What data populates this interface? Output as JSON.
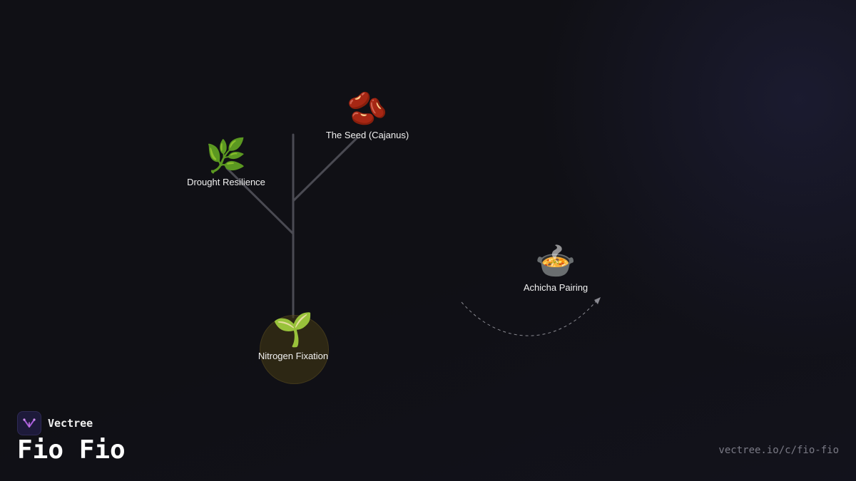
{
  "nodes": {
    "seed": {
      "icon": "beans-icon",
      "glyph": "🫘",
      "label": "The Seed (Cajanus)"
    },
    "drought": {
      "icon": "herb-icon",
      "glyph": "🌿",
      "label": "Drought Resilience"
    },
    "nitrogen": {
      "icon": "seedling-icon",
      "glyph": "🌱",
      "label": "Nitrogen Fixation"
    },
    "achicha": {
      "icon": "stew-pot-icon",
      "glyph": "🍲",
      "label": "Achicha Pairing"
    }
  },
  "branding": {
    "logo_icon": "vectree-logo-icon",
    "brand_name": "Vectree",
    "title": "Fio Fio",
    "url": "vectree.io/c/fio-fio"
  },
  "colors": {
    "background": "#101015",
    "branch": "#4a4a52",
    "root_glow": "#463a14",
    "logo_accent": "#a65ad8",
    "url_text": "#7a7a85"
  }
}
